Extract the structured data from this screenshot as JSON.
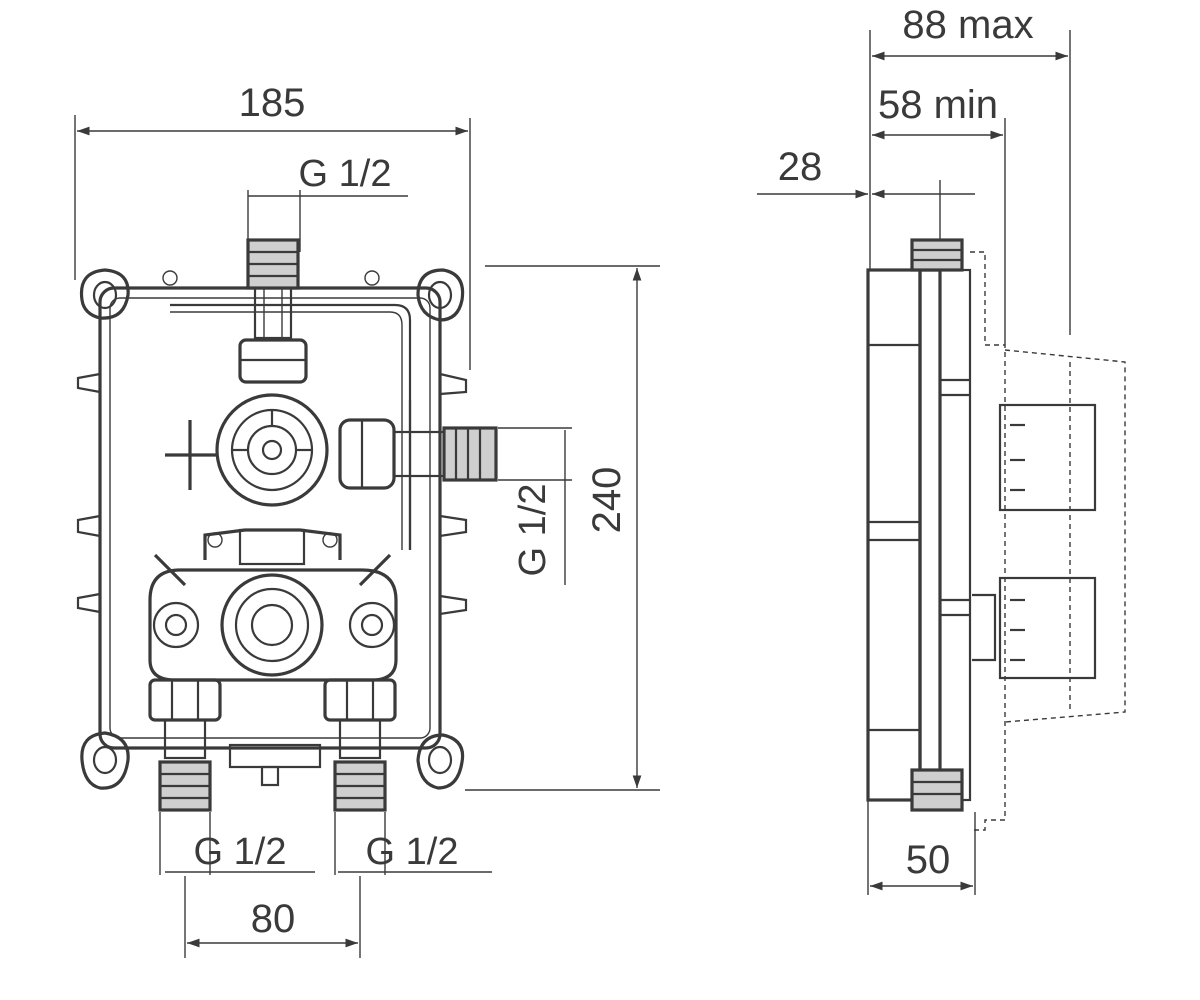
{
  "front_view": {
    "dim_width": "185",
    "dim_top_thread": "G 1/2",
    "dim_side_thread": "G 1/2",
    "dim_height": "240",
    "dim_bottom_left_thread": "G 1/2",
    "dim_bottom_right_thread": "G 1/2",
    "dim_outlet_spacing": "80"
  },
  "side_view": {
    "dim_max_depth": "88 max",
    "dim_min_depth": "58 min",
    "dim_offset": "28",
    "dim_body_depth": "50"
  },
  "colors": {
    "line": "#3a3a3a",
    "background": "#ffffff"
  }
}
